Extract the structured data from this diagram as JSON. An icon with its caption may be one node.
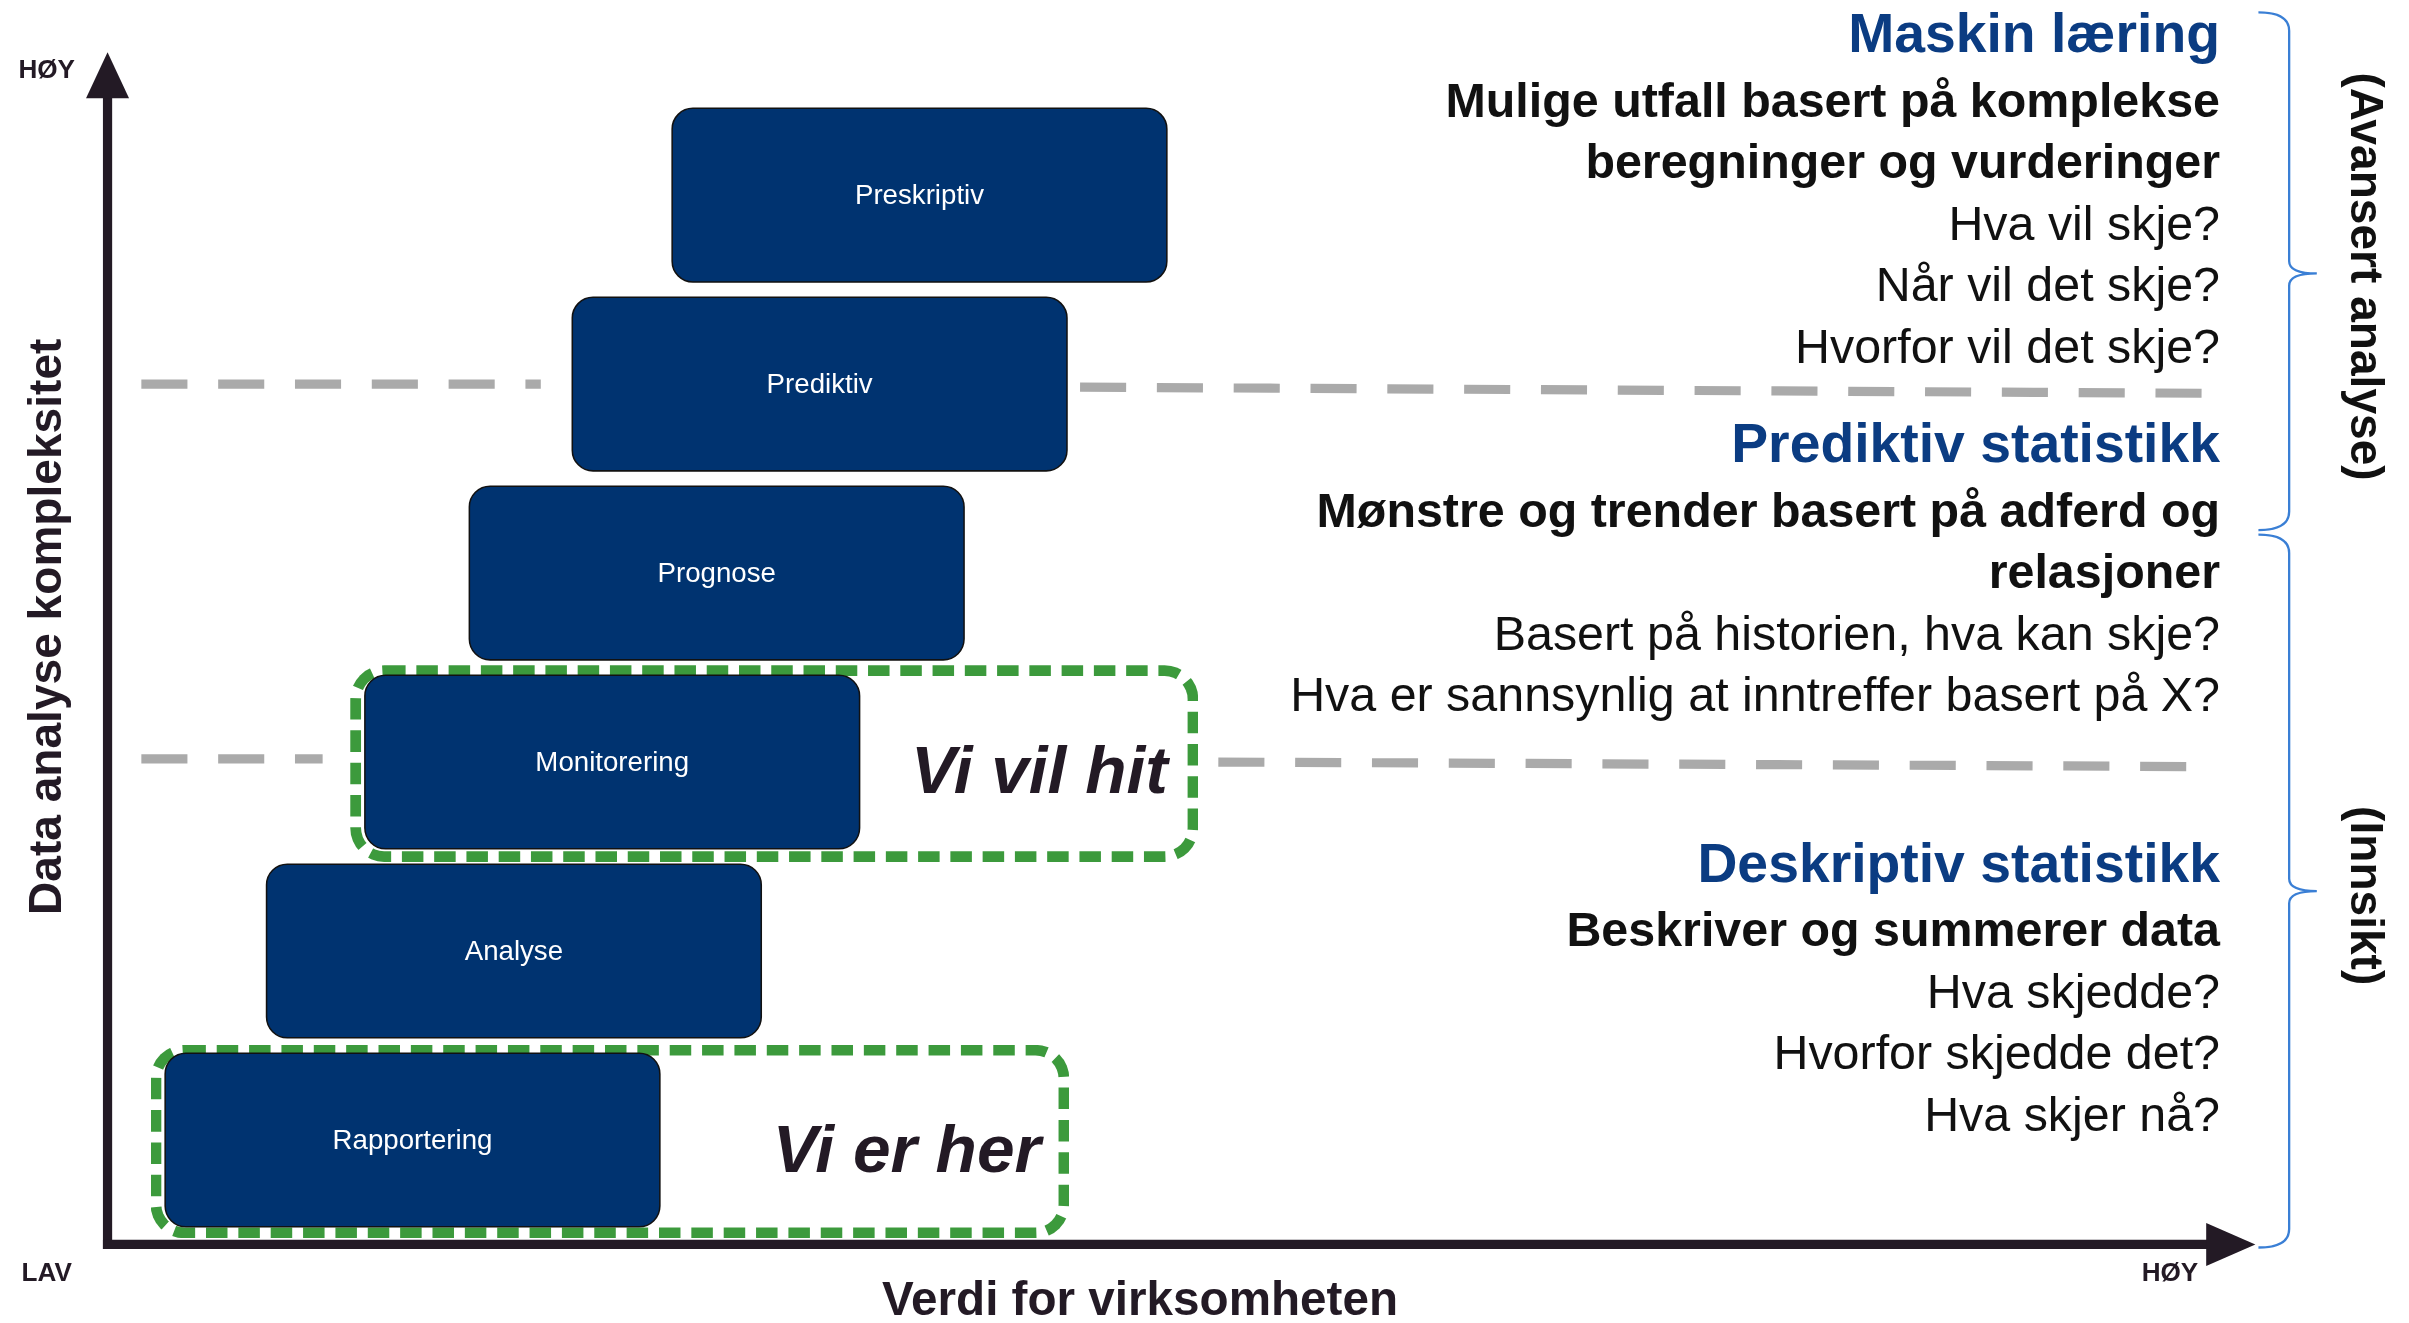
{
  "diagram": {
    "nodes": [
      {
        "text": [
          "Preskriptiv"
        ]
      },
      {
        "text": [
          "Prediktiv"
        ]
      },
      {
        "text": [
          "Prognose"
        ]
      },
      {
        "text": [
          "Vi vil hit"
        ]
      },
      {
        "text": [
          "Monitorering"
        ],
        "in": 3
      },
      {
        "text": [
          "Analyse"
        ]
      },
      {
        "text": [
          "Vi er her"
        ]
      },
      {
        "text": [
          "Rapportering"
        ],
        "in": 6
      }
    ],
    "edges": [],
    "labels": [
      "HØY",
      "Maskin læring",
      "Mulige utfall basert på komplekse beregninger og vurderinger",
      "Hva vil skje?",
      "Når vil det skje?",
      "Hvorfor vil det skje?",
      "(Avansert analyse)",
      "Data analyse kompleksitet",
      "Prediktiv statistikk",
      "Mønstre og trender basert på adferd og relasjoner",
      "Basert på historien, hva kan skje?",
      "Hva er sannsynlig at inntreffer basert på X?",
      "(Innsikt)",
      "Deskriptiv statistikk",
      "Beskriver og summerer data",
      "Hva skjedde?",
      "Hvorfor skjedde det?",
      "Hva skjer nå?",
      "LAV",
      "Verdi for virksomheten",
      "HØY"
    ]
  }
}
